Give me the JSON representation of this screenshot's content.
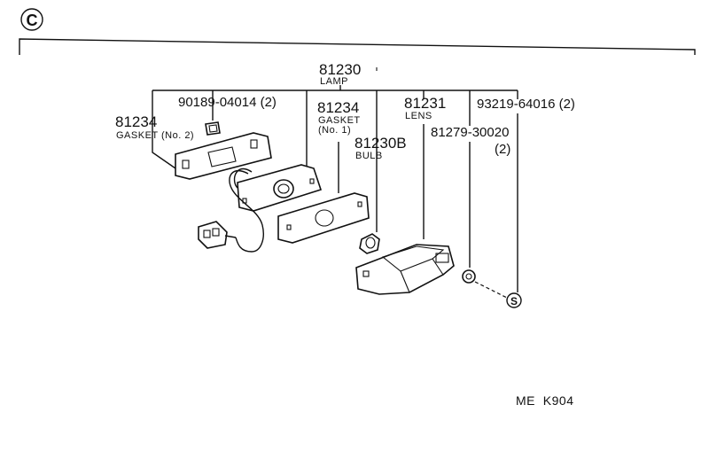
{
  "section_mark": "C",
  "catalog_code": "ME  K904",
  "parts": {
    "lamp": {
      "number": "81230",
      "name": "LAMP"
    },
    "screw": {
      "number": "90189-04014",
      "qty": "(2)"
    },
    "gasket2": {
      "number": "81234",
      "name": "GASKET (No. 2)"
    },
    "gasket1": {
      "number": "81234",
      "name_line1": "GASKET",
      "name_line2": "(No. 1)"
    },
    "bulb": {
      "number": "81230B",
      "name": "BULB"
    },
    "lens": {
      "number": "81231",
      "name": "LENS"
    },
    "nut": {
      "number": "81279-30020",
      "qty": "(2)"
    },
    "screw2": {
      "number": "93219-64016",
      "qty": "(2)"
    },
    "s_marker": "S"
  }
}
